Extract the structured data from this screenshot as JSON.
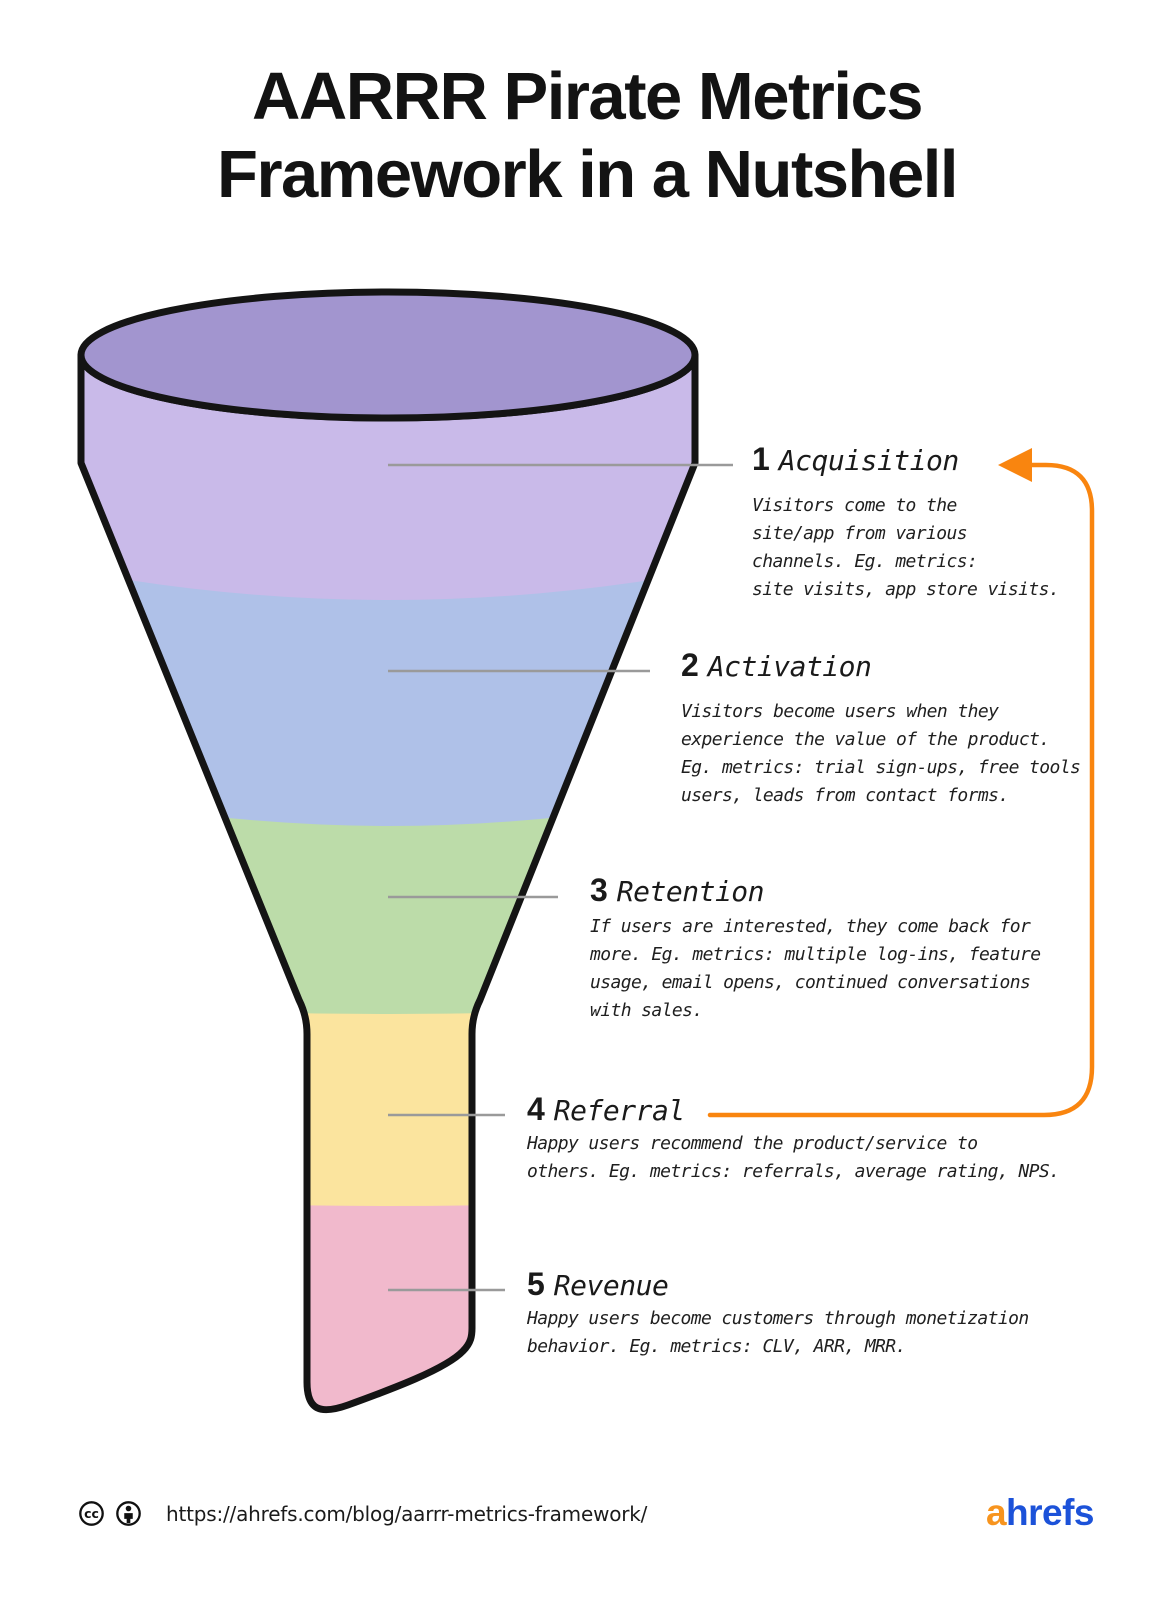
{
  "title": {
    "line1": "AARRR Pirate Metrics",
    "line2": "Framework in a Nutshell"
  },
  "funnel": {
    "type": "funnel-diagram",
    "top_color": "#A295CF",
    "outline_color": "#141414",
    "leader_line_color": "#9a9a9a",
    "loop_arrow_color": "#F9850F",
    "stages": [
      {
        "number": "1",
        "name": "Acquisition",
        "description": "Visitors come to the\nsite/app from various\nchannels. Eg. metrics:\nsite visits, app store visits.",
        "color": "#C9BAE9"
      },
      {
        "number": "2",
        "name": "Activation",
        "description": "Visitors become users when they\nexperience the value of the product.\nEg. metrics: trial sign-ups, free tools\nusers, leads from contact forms.",
        "color": "#AFC1E8"
      },
      {
        "number": "3",
        "name": "Retention",
        "description": "If users are interested, they come back for\nmore. Eg. metrics: multiple log-ins, feature\nusage, email opens, continued conversations\nwith sales.",
        "color": "#BCDCA9"
      },
      {
        "number": "4",
        "name": "Referral",
        "description": "Happy users recommend the product/service to\nothers. Eg. metrics: referrals, average rating, NPS.",
        "color": "#FBE49E"
      },
      {
        "number": "5",
        "name": "Revenue",
        "description": "Happy users become customers through monetization\nbehavior. Eg. metrics: CLV, ARR, MRR.",
        "color": "#F1B9CC"
      }
    ]
  },
  "footer": {
    "url": "https://ahrefs.com/blog/aarrr-metrics-framework/",
    "icon_color": "#111111",
    "brand": {
      "first_letter": "a",
      "rest": "hrefs",
      "first_letter_color": "#F7941E",
      "rest_color": "#1C52D9"
    }
  }
}
